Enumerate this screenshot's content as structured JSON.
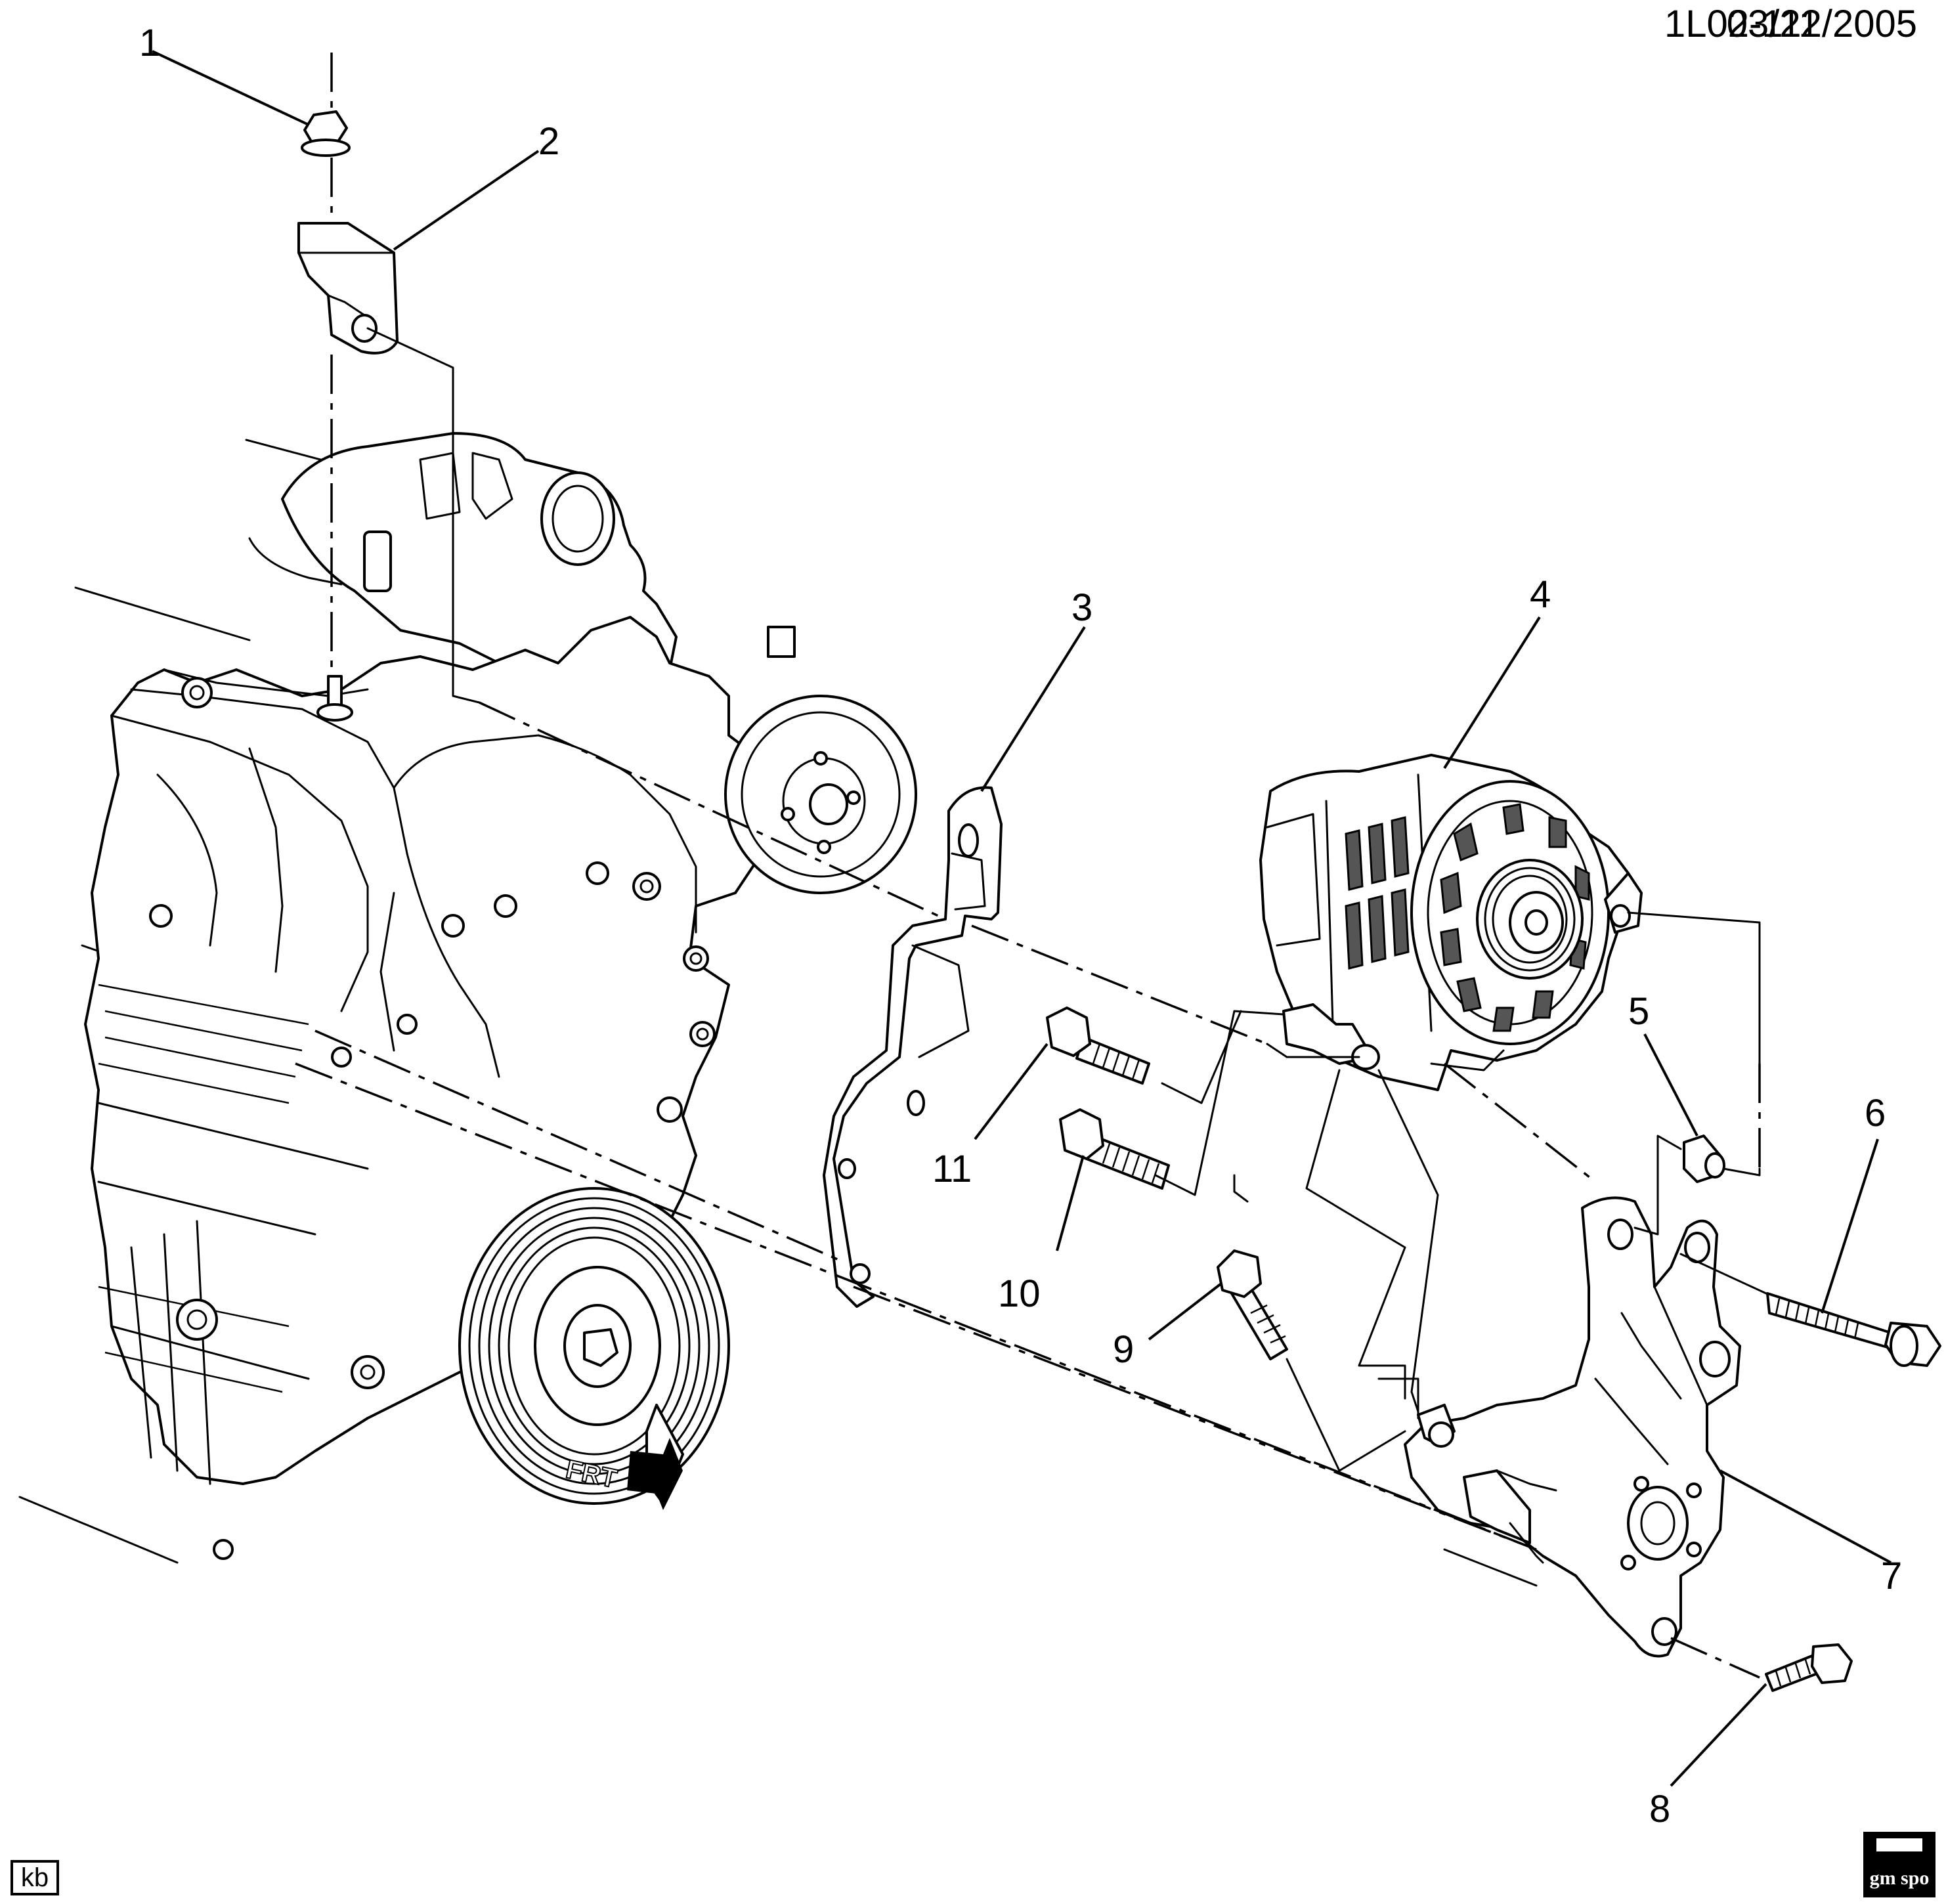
{
  "header": {
    "drawing_id": "1L02-111",
    "date": "03/22/2005"
  },
  "callouts": [
    {
      "id": "callout-1",
      "label": "1"
    },
    {
      "id": "callout-2",
      "label": "2"
    },
    {
      "id": "callout-3",
      "label": "3"
    },
    {
      "id": "callout-4",
      "label": "4"
    },
    {
      "id": "callout-5",
      "label": "5"
    },
    {
      "id": "callout-6",
      "label": "6"
    },
    {
      "id": "callout-7",
      "label": "7"
    },
    {
      "id": "callout-8",
      "label": "8"
    },
    {
      "id": "callout-9",
      "label": "9"
    },
    {
      "id": "callout-10",
      "label": "10"
    },
    {
      "id": "callout-11",
      "label": "11"
    }
  ],
  "front_arrow": {
    "label": "FRT"
  },
  "footer": {
    "initials": "kb",
    "logo": "gm spo"
  }
}
